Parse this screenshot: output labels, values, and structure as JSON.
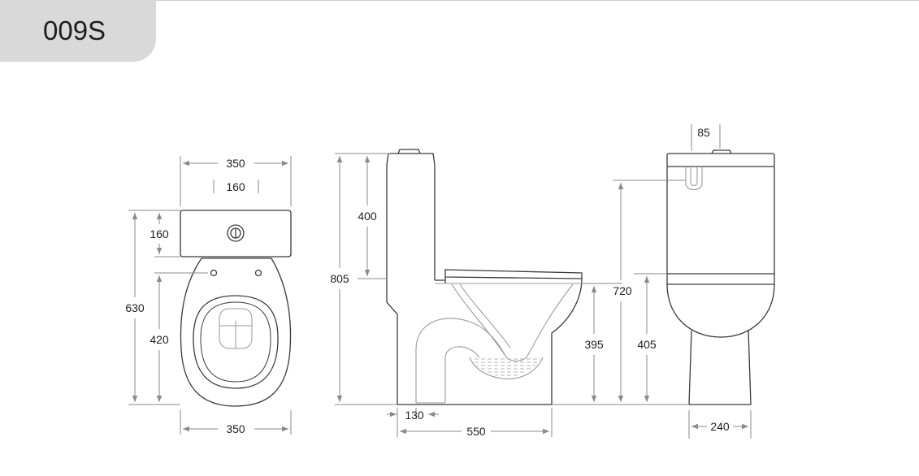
{
  "header": {
    "model": "009S"
  },
  "colors": {
    "outline": "#3a3a3a",
    "inner": "#9a9a9a",
    "dim": "#8a8a8a",
    "tab": "#d9d9d9"
  },
  "front_view": {
    "overall_width": "350",
    "flush_spacing": "160",
    "tank_height": "160",
    "total_height": "630",
    "seat_height": "420",
    "base_width": "350"
  },
  "side_view": {
    "tank_height": "400",
    "total_height": "805",
    "seat_height": "395",
    "outlet_offset": "130",
    "depth": "550"
  },
  "rear_view": {
    "button_offset": "85",
    "total_height": "720",
    "seat_height": "405",
    "base_width": "240"
  }
}
